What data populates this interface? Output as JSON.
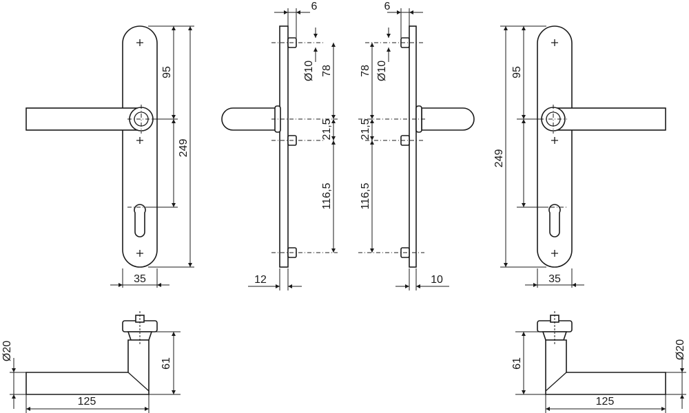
{
  "dims": {
    "d6": "6",
    "d95": "95",
    "d249": "249",
    "d35": "35",
    "d12": "12",
    "d10": "10",
    "d78": "78",
    "d_dia10": "Ø10",
    "d21_5": "21,5",
    "d116_5": "116,5",
    "d_dia20": "Ø20",
    "d61": "61",
    "d125": "125"
  }
}
